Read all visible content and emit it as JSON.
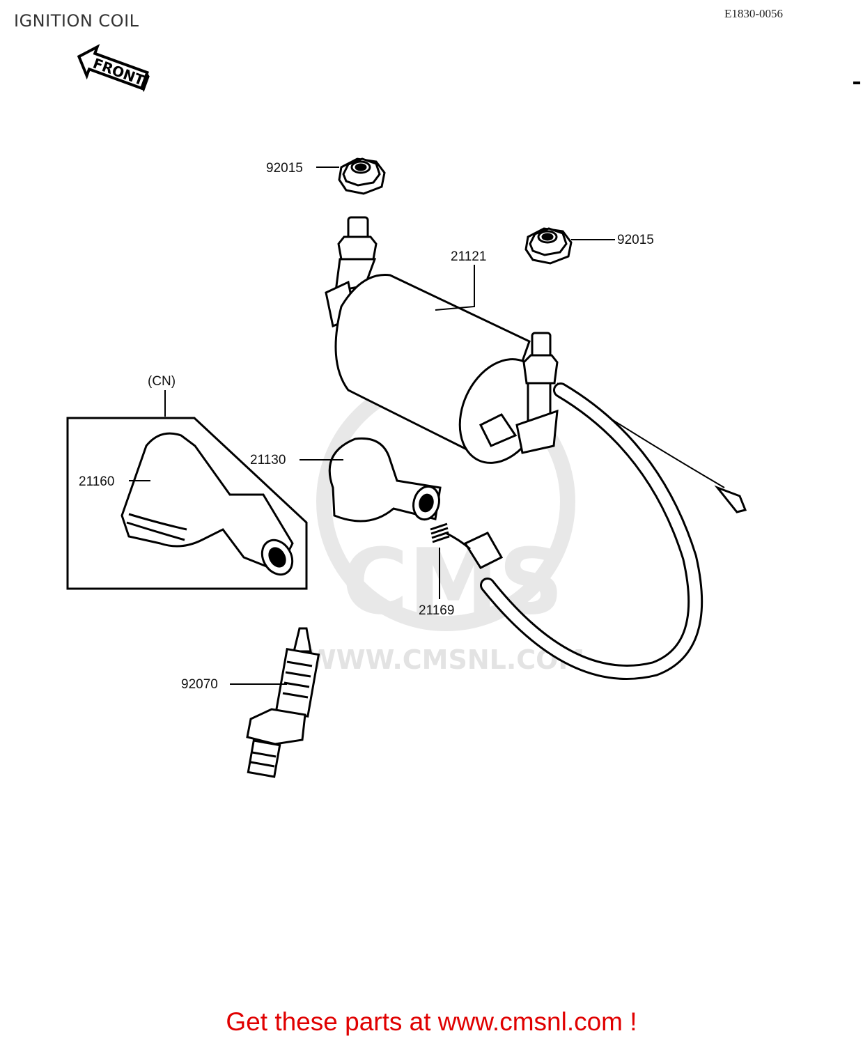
{
  "header": {
    "title": "IGNITION COIL",
    "drawing_code": "E1830-0056"
  },
  "direction": {
    "label": "FRONT"
  },
  "group": {
    "label": "(CN)"
  },
  "watermark": {
    "text": "WWW.CMSNL.COM",
    "logo": "CMS",
    "color": "#e6e6e6"
  },
  "parts": [
    {
      "number": "92015",
      "name": "nut-top-left"
    },
    {
      "number": "92015",
      "name": "nut-top-right"
    },
    {
      "number": "21121",
      "name": "ignition-coil"
    },
    {
      "number": "21130",
      "name": "cap"
    },
    {
      "number": "21160",
      "name": "plug-cap-cn"
    },
    {
      "number": "21169",
      "name": "spring"
    },
    {
      "number": "92070",
      "name": "spark-plug"
    }
  ],
  "footer": {
    "text": "Get these parts at www.cmsnl.com !",
    "color": "#e00000"
  }
}
